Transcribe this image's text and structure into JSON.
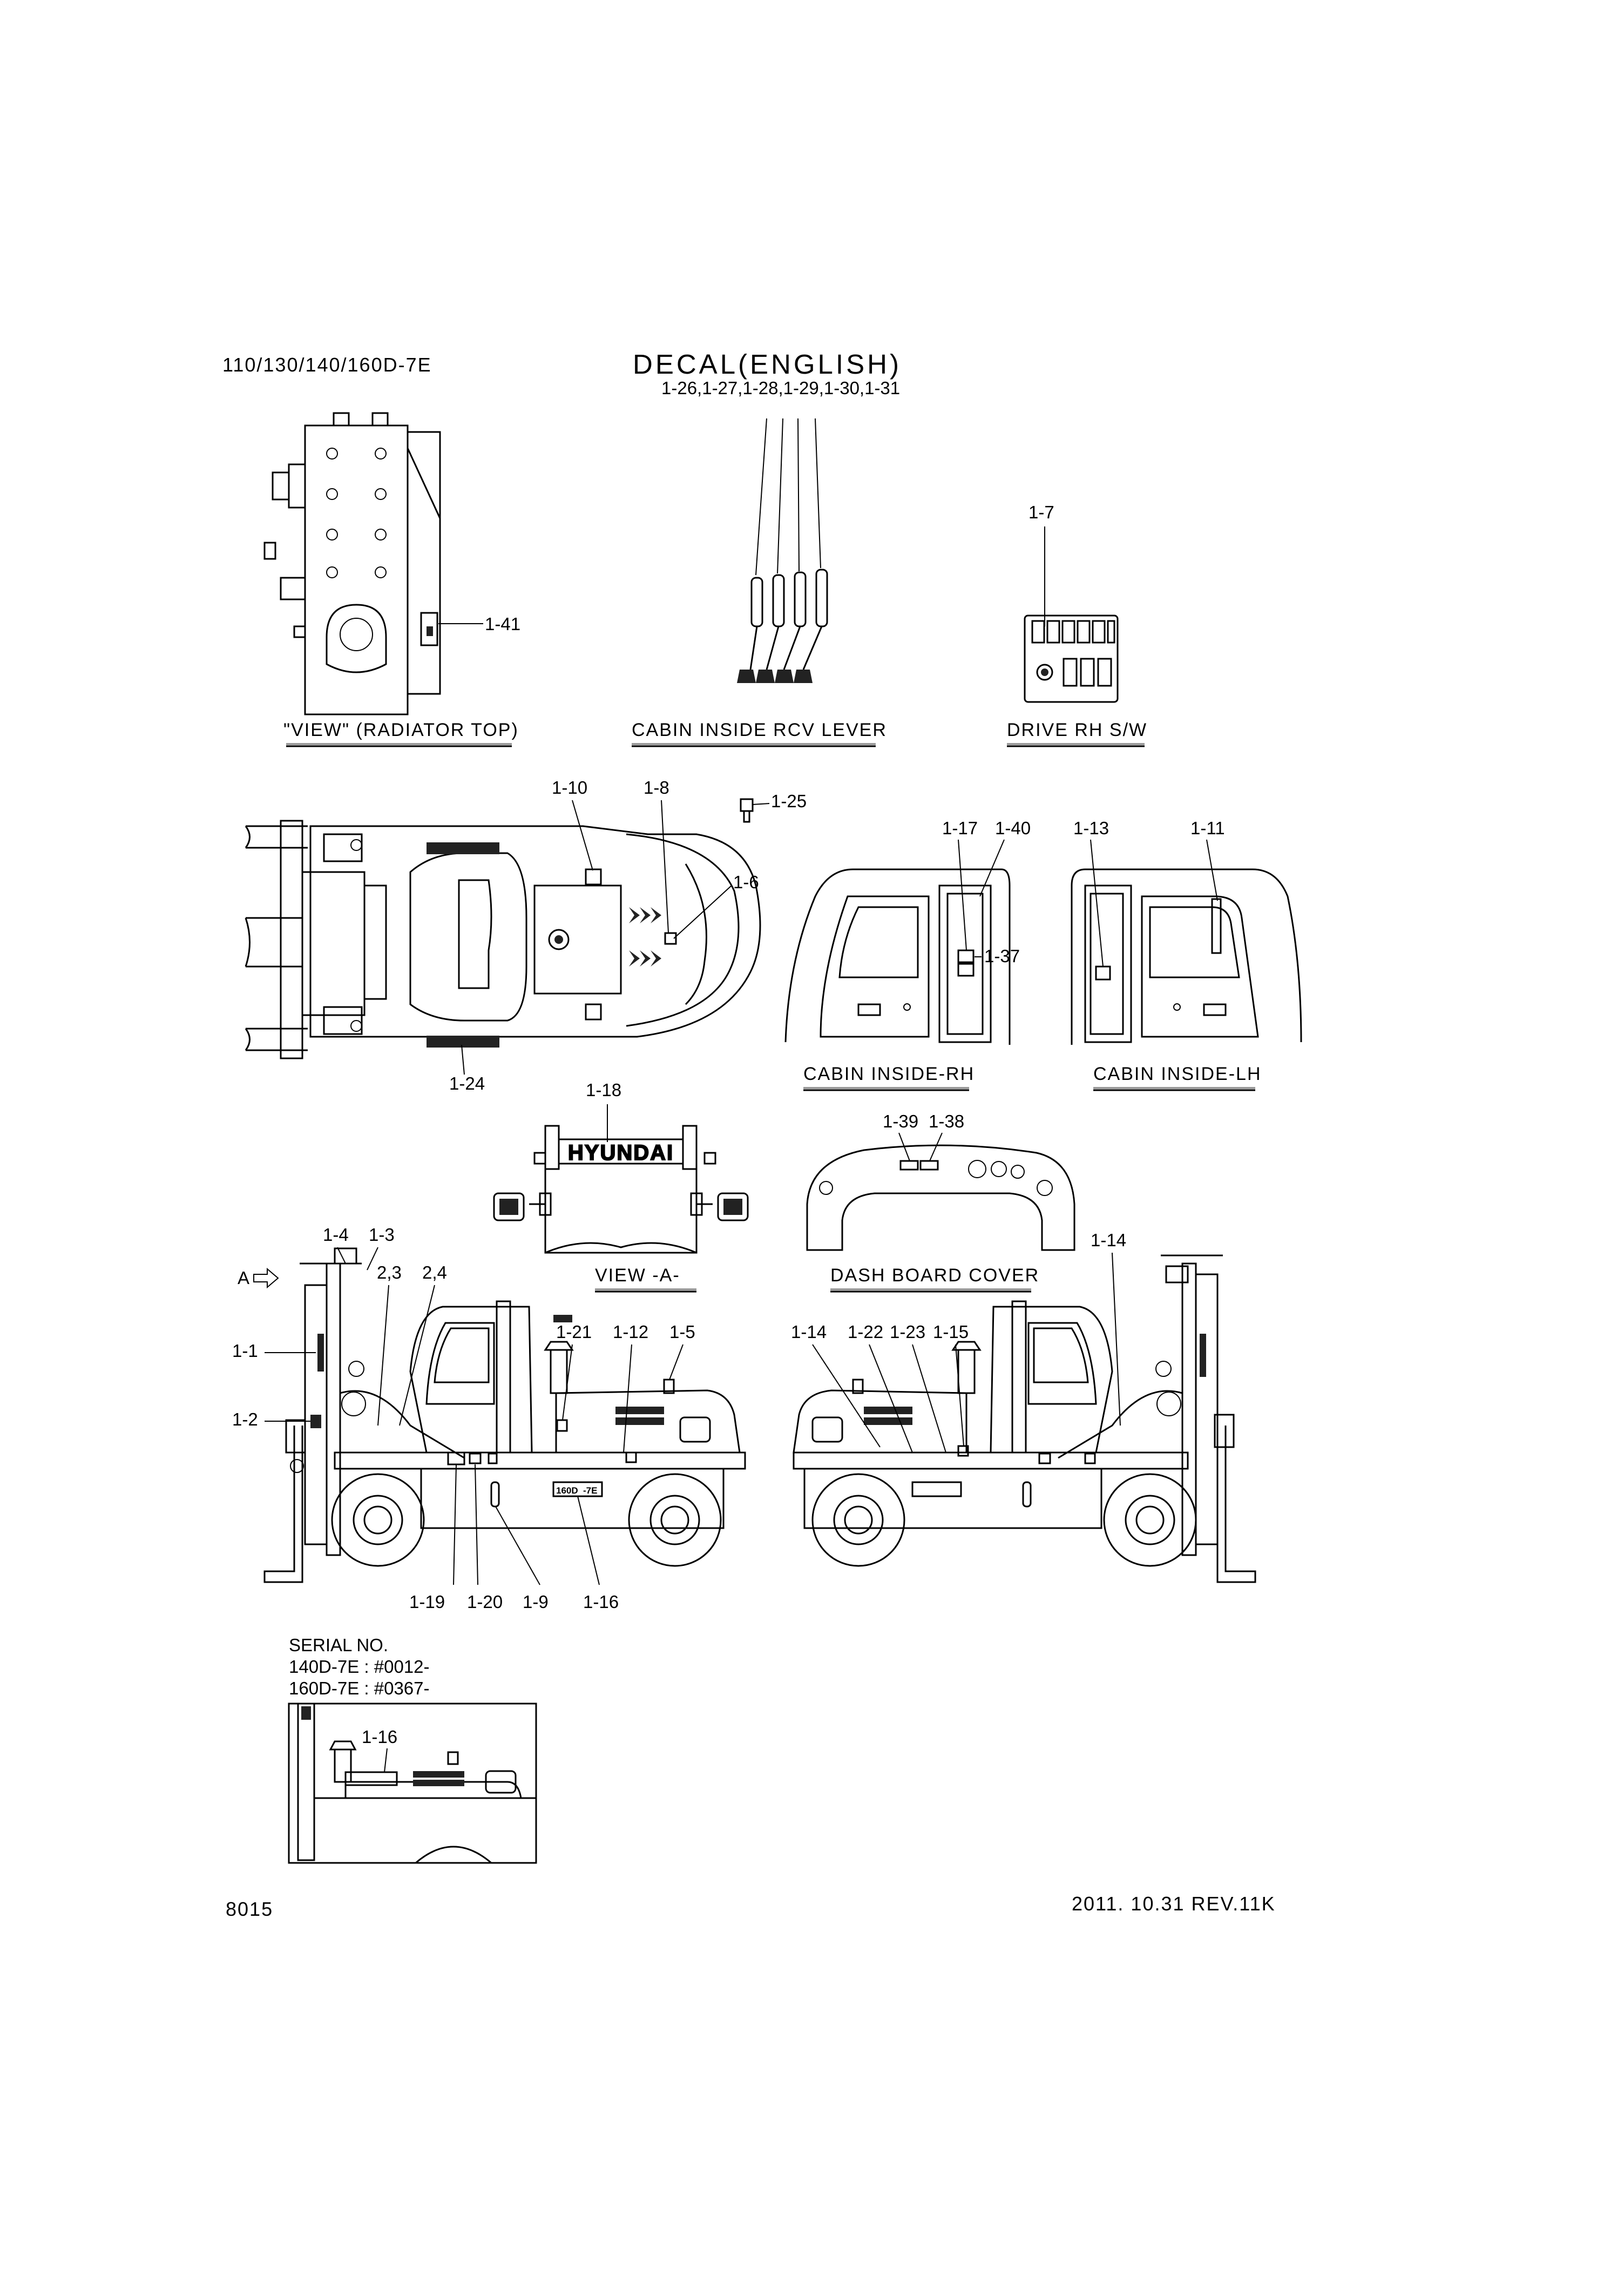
{
  "header": {
    "model_line": "110/130/140/160D-7E",
    "title": "DECAL(ENGLISH)"
  },
  "captions": {
    "radiator_top": "\"VIEW\" (RADIATOR TOP)",
    "cabin_rcv_lever": "CABIN INSIDE RCV LEVER",
    "drive_rh_sw": "DRIVE RH S/W",
    "cabin_inside_rh": "CABIN INSIDE-RH",
    "cabin_inside_lh": "CABIN INSIDE-LH",
    "view_a": "VIEW -A-",
    "dash_board_cover": "DASH BOARD COVER"
  },
  "labels": {
    "l1_41": "1-41",
    "l1_26_31": "1-26,1-27,1-28,1-29,1-30,1-31",
    "l1_7": "1-7",
    "l1_10": "1-10",
    "l1_8": "1-8",
    "l1_25": "1-25",
    "l1_6": "1-6",
    "l1_24": "1-24",
    "l1_17": "1-17",
    "l1_40": "1-40",
    "l1_37": "1-37",
    "l1_13": "1-13",
    "l1_11": "1-11",
    "l1_18": "1-18",
    "l1_39": "1-39",
    "l1_38": "1-38",
    "l1_14a": "1-14",
    "l1_4": "1-4",
    "l1_3": "1-3",
    "a_arrow": "A",
    "l2_3": "2,3",
    "l2_4": "2,4",
    "l1_1": "1-1",
    "l1_2": "1-2",
    "l1_21": "1-21",
    "l1_12": "1-12",
    "l1_5": "1-5",
    "l1_14b": "1-14",
    "l1_22": "1-22",
    "l1_23": "1-23",
    "l1_15": "1-15",
    "l1_19": "1-19",
    "l1_20": "1-20",
    "l1_9": "1-9",
    "l1_16": "1-16",
    "l1_16b": "1-16"
  },
  "serial": {
    "heading": "SERIAL NO.",
    "line1": "140D-7E : #0012-",
    "line2": "160D-7E : #0367-"
  },
  "decals": {
    "brand": "HYUNDAI",
    "model_plate_a": "160D",
    "model_plate_b": "-7E"
  },
  "footer": {
    "page_number": "8015",
    "date_rev": "2011. 10.31  REV.11K"
  }
}
